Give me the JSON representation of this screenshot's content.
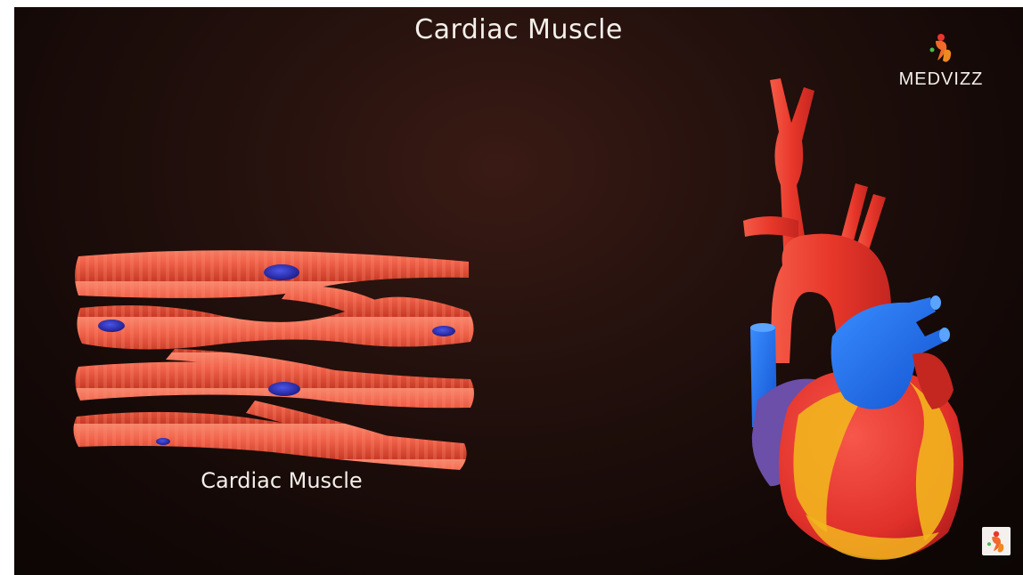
{
  "title": "Cardiac Muscle",
  "caption": "Cardiac Muscle",
  "brand": {
    "name": "MEDVIZZ",
    "icon": "medvizz-logo-icon"
  },
  "colors": {
    "background": "#1a0c09",
    "muscle_fiber": "#f0624a",
    "nucleus": "#2b2fb0",
    "artery": "#e8372a",
    "vein": "#1c6ff0",
    "fat": "#f2b51e",
    "atrium": "#6b4fa8"
  }
}
